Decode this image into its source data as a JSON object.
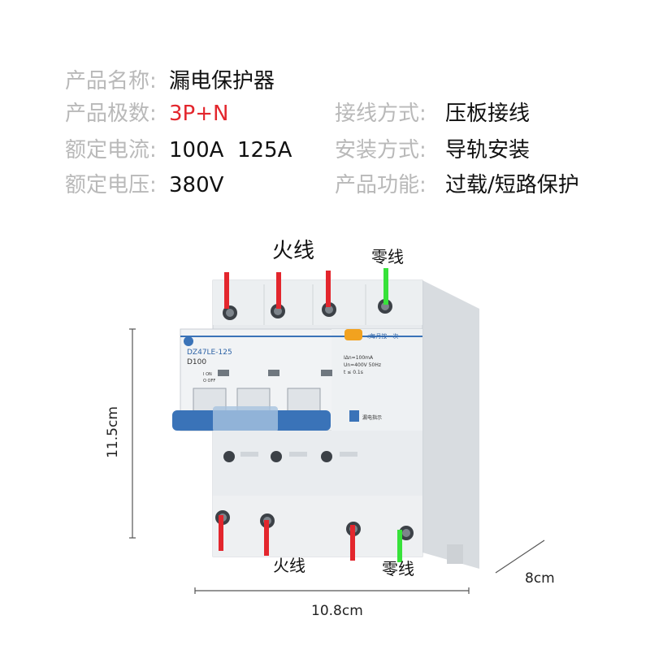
{
  "specs": [
    {
      "label": "产品名称:",
      "value": "漏电保护器"
    },
    {
      "label": "产品极数:",
      "value": "3P+N",
      "value_color": "#e3262d"
    },
    {
      "label": "额定电流:",
      "value": "100A  125A"
    },
    {
      "label": "额定电压:",
      "value": "380V"
    },
    {
      "label": "接线方式:",
      "value": "压板接线"
    },
    {
      "label": "安装方式:",
      "value": "导轨安装"
    },
    {
      "label": "产品功能:",
      "value": "过载/短路保护"
    }
  ],
  "wire_labels": {
    "live_top": "火线",
    "neutral_top": "零线",
    "live_bottom": "火线",
    "neutral_bottom": "零线"
  },
  "dimensions": {
    "height": "11.5cm",
    "width": "10.8cm",
    "depth": "8cm"
  },
  "device": {
    "model": "DZ47LE-125",
    "rating": "D100",
    "test_button": "◁每月按一次",
    "leak_spec_1": "IΔn=100mA",
    "leak_spec_2": "Un=400V 50Hz",
    "leak_spec_3": "t ≤ 0.1s",
    "leak_indicator": "漏电指示",
    "on_off_1": "I ON",
    "on_off_2": "O OFF"
  },
  "colors": {
    "live_wire": "#e3262d",
    "neutral_wire": "#37e23a",
    "handle_blue": "#3a73b8",
    "accent_orange": "#f2a21f",
    "label_grey": "#b9b9b9"
  }
}
